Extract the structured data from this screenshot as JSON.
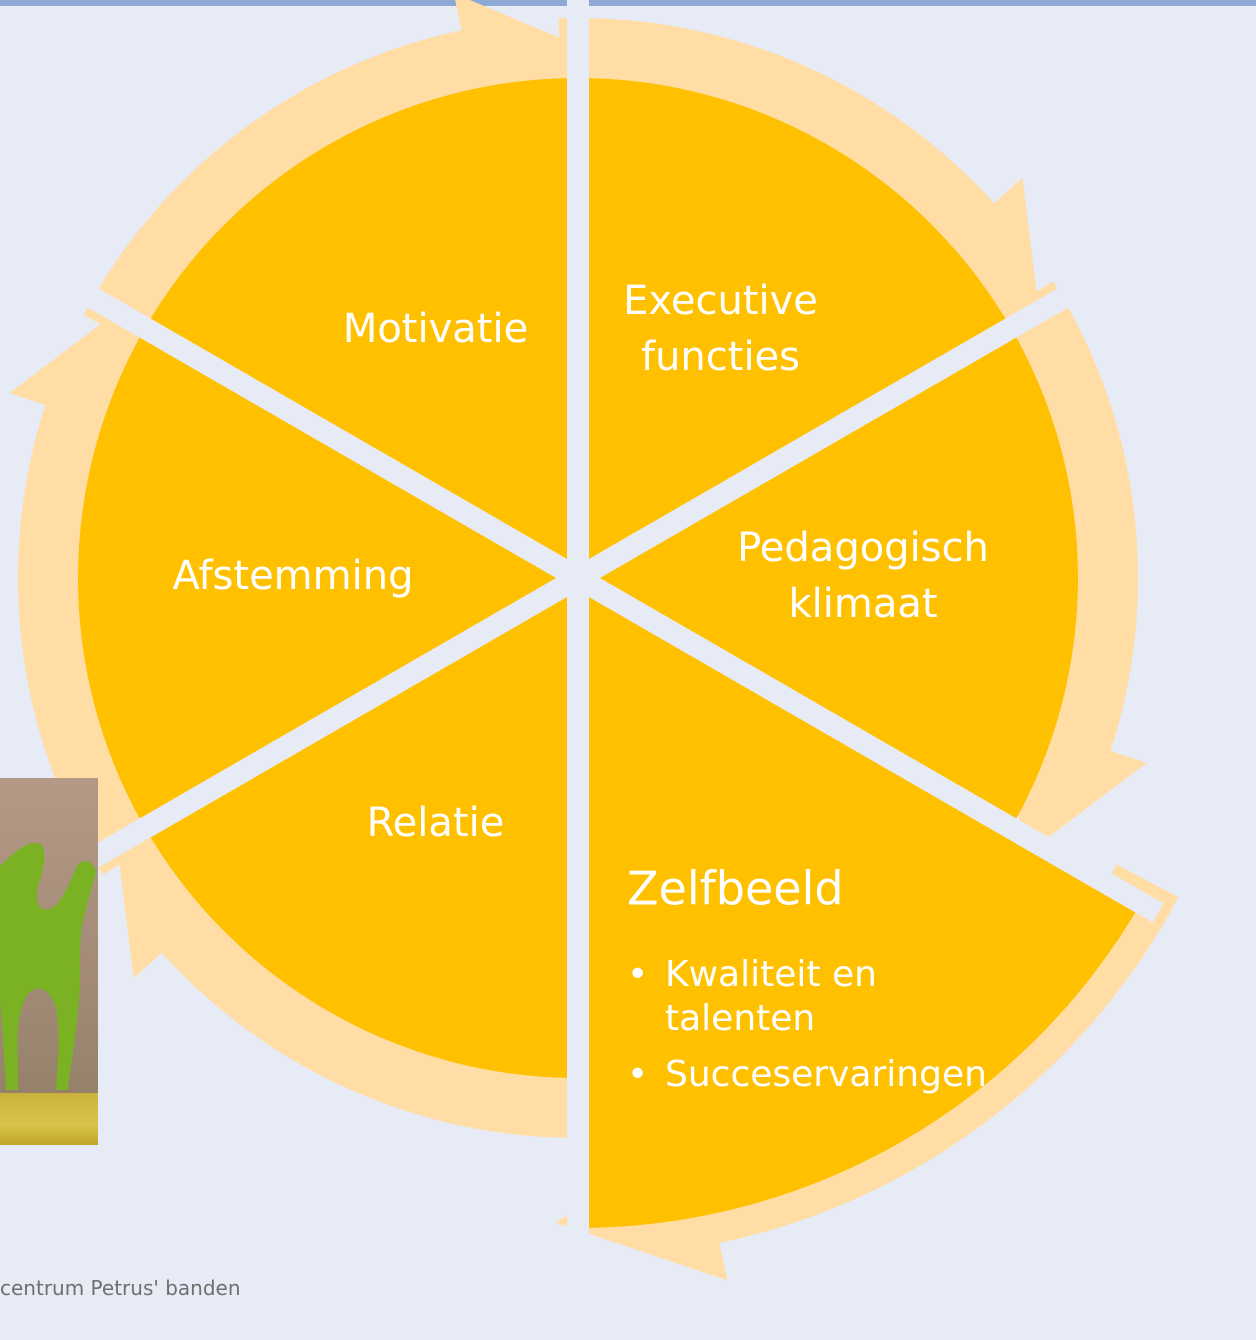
{
  "colors": {
    "background": "#e6ebf6",
    "segment_fill": "#ffc000",
    "arrow_fill": "#ffdda4",
    "separator": "#e6ebf6",
    "label_text": "#ffffff",
    "footer_text": "#6f6f6f"
  },
  "diagram": {
    "segments": [
      {
        "label_lines": [
          "Executive",
          "functies"
        ],
        "bullets": [],
        "emphasized": false
      },
      {
        "label_lines": [
          "Pedagogisch",
          "klimaat"
        ],
        "bullets": [],
        "emphasized": false
      },
      {
        "label_lines": [
          "Zelfbeeld"
        ],
        "bullets": [
          [
            "Kwaliteit en",
            "talenten"
          ],
          [
            "Succeservaringen"
          ]
        ],
        "emphasized": true
      },
      {
        "label_lines": [
          "Relatie"
        ],
        "bullets": [],
        "emphasized": false
      },
      {
        "label_lines": [
          "Afstemming"
        ],
        "bullets": [],
        "emphasized": false
      },
      {
        "label_lines": [
          "Motivatie"
        ],
        "bullets": [],
        "emphasized": false
      }
    ],
    "bullet_glyph": "•"
  },
  "photo": {
    "icon": "person-figure-icon"
  },
  "footer": {
    "text": "centrum Petrus' banden"
  }
}
